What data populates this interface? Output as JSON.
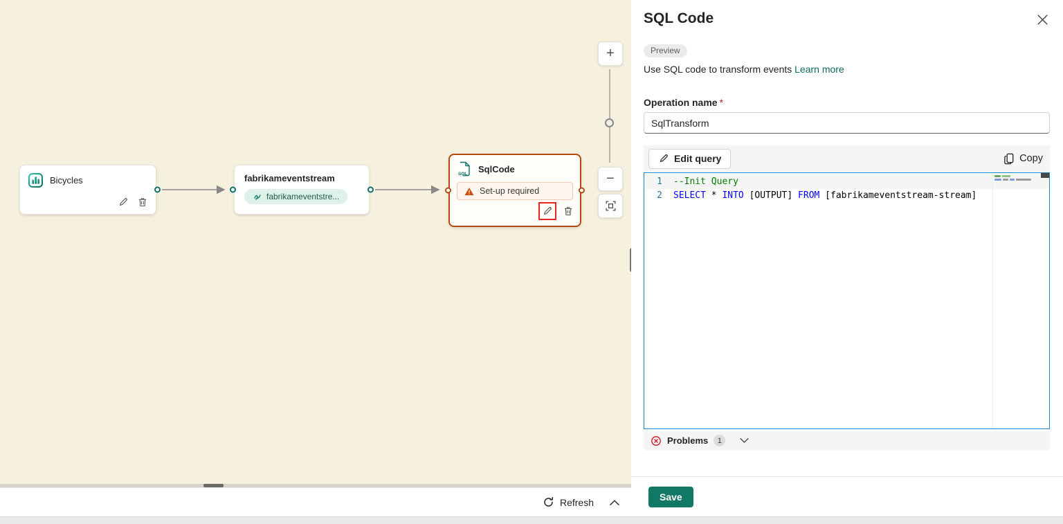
{
  "canvas": {
    "nodes": {
      "bicycles": {
        "title": "Bicycles"
      },
      "eventstream": {
        "title": "fabrikameventstream",
        "stream_pill": "fabrikameventstre..."
      },
      "sqlcode": {
        "title": "SqlCode",
        "warning": "Set-up required"
      }
    },
    "zoom_controls": {
      "zoom_in": "+",
      "zoom_out": "−"
    },
    "bottom_bar": {
      "refresh": "Refresh"
    }
  },
  "panel": {
    "title": "SQL Code",
    "preview_badge": "Preview",
    "description": "Use SQL code to transform events ",
    "learn_more_link": "Learn more",
    "operation_name": {
      "label": "Operation name",
      "required": "*",
      "value": "SqlTransform"
    },
    "toolbar": {
      "edit_query": "Edit query",
      "copy": "Copy"
    },
    "editor": {
      "lines": [
        {
          "number": "1",
          "tokens": [
            {
              "type": "comment",
              "text": "--Init Query"
            }
          ]
        },
        {
          "number": "2",
          "tokens": [
            {
              "type": "keyword",
              "text": "SELECT"
            },
            {
              "type": "plain",
              "text": " * "
            },
            {
              "type": "keyword",
              "text": "INTO"
            },
            {
              "type": "plain",
              "text": " [OUTPUT] "
            },
            {
              "type": "keyword",
              "text": "FROM"
            },
            {
              "type": "plain",
              "text": " [fabrikameventstream-stream]"
            }
          ]
        }
      ]
    },
    "problems": {
      "label": "Problems",
      "count": "1"
    },
    "save_button": "Save"
  },
  "colors": {
    "canvas_background": "#f6f0df",
    "accent_teal": "#117865",
    "stream_icon_teal": "#0c7063",
    "node_selected_border": "#b5490f",
    "warning_orange": "#ca5010",
    "annotation_red": "#e8251f",
    "error_red": "#c50f1f",
    "editor_focus_border": "#1684d8",
    "keyword_blue": "#0000ff",
    "comment_green": "#008000",
    "link_teal": "#0c695a"
  }
}
